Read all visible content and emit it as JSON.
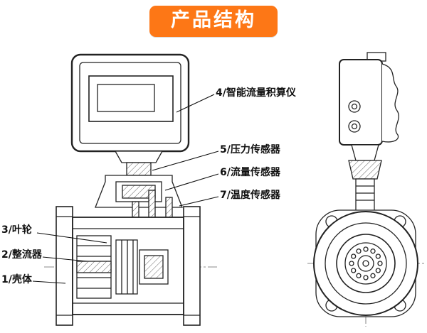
{
  "banner": {
    "title": "产品结构"
  },
  "colors": {
    "banner_bg": "#fd7716",
    "banner_text": "#ffffff",
    "line": "#1d1d1d"
  },
  "labels": {
    "totalizer": "4/智能流量积算仪",
    "pressure_sensor": "5/压力传感器",
    "flow_sensor": "6/流量传感器",
    "temperature_sensor": "7/温度传感器",
    "impeller": "3/叶轮",
    "rectifier": "2/整流器",
    "housing": "1/壳体"
  }
}
